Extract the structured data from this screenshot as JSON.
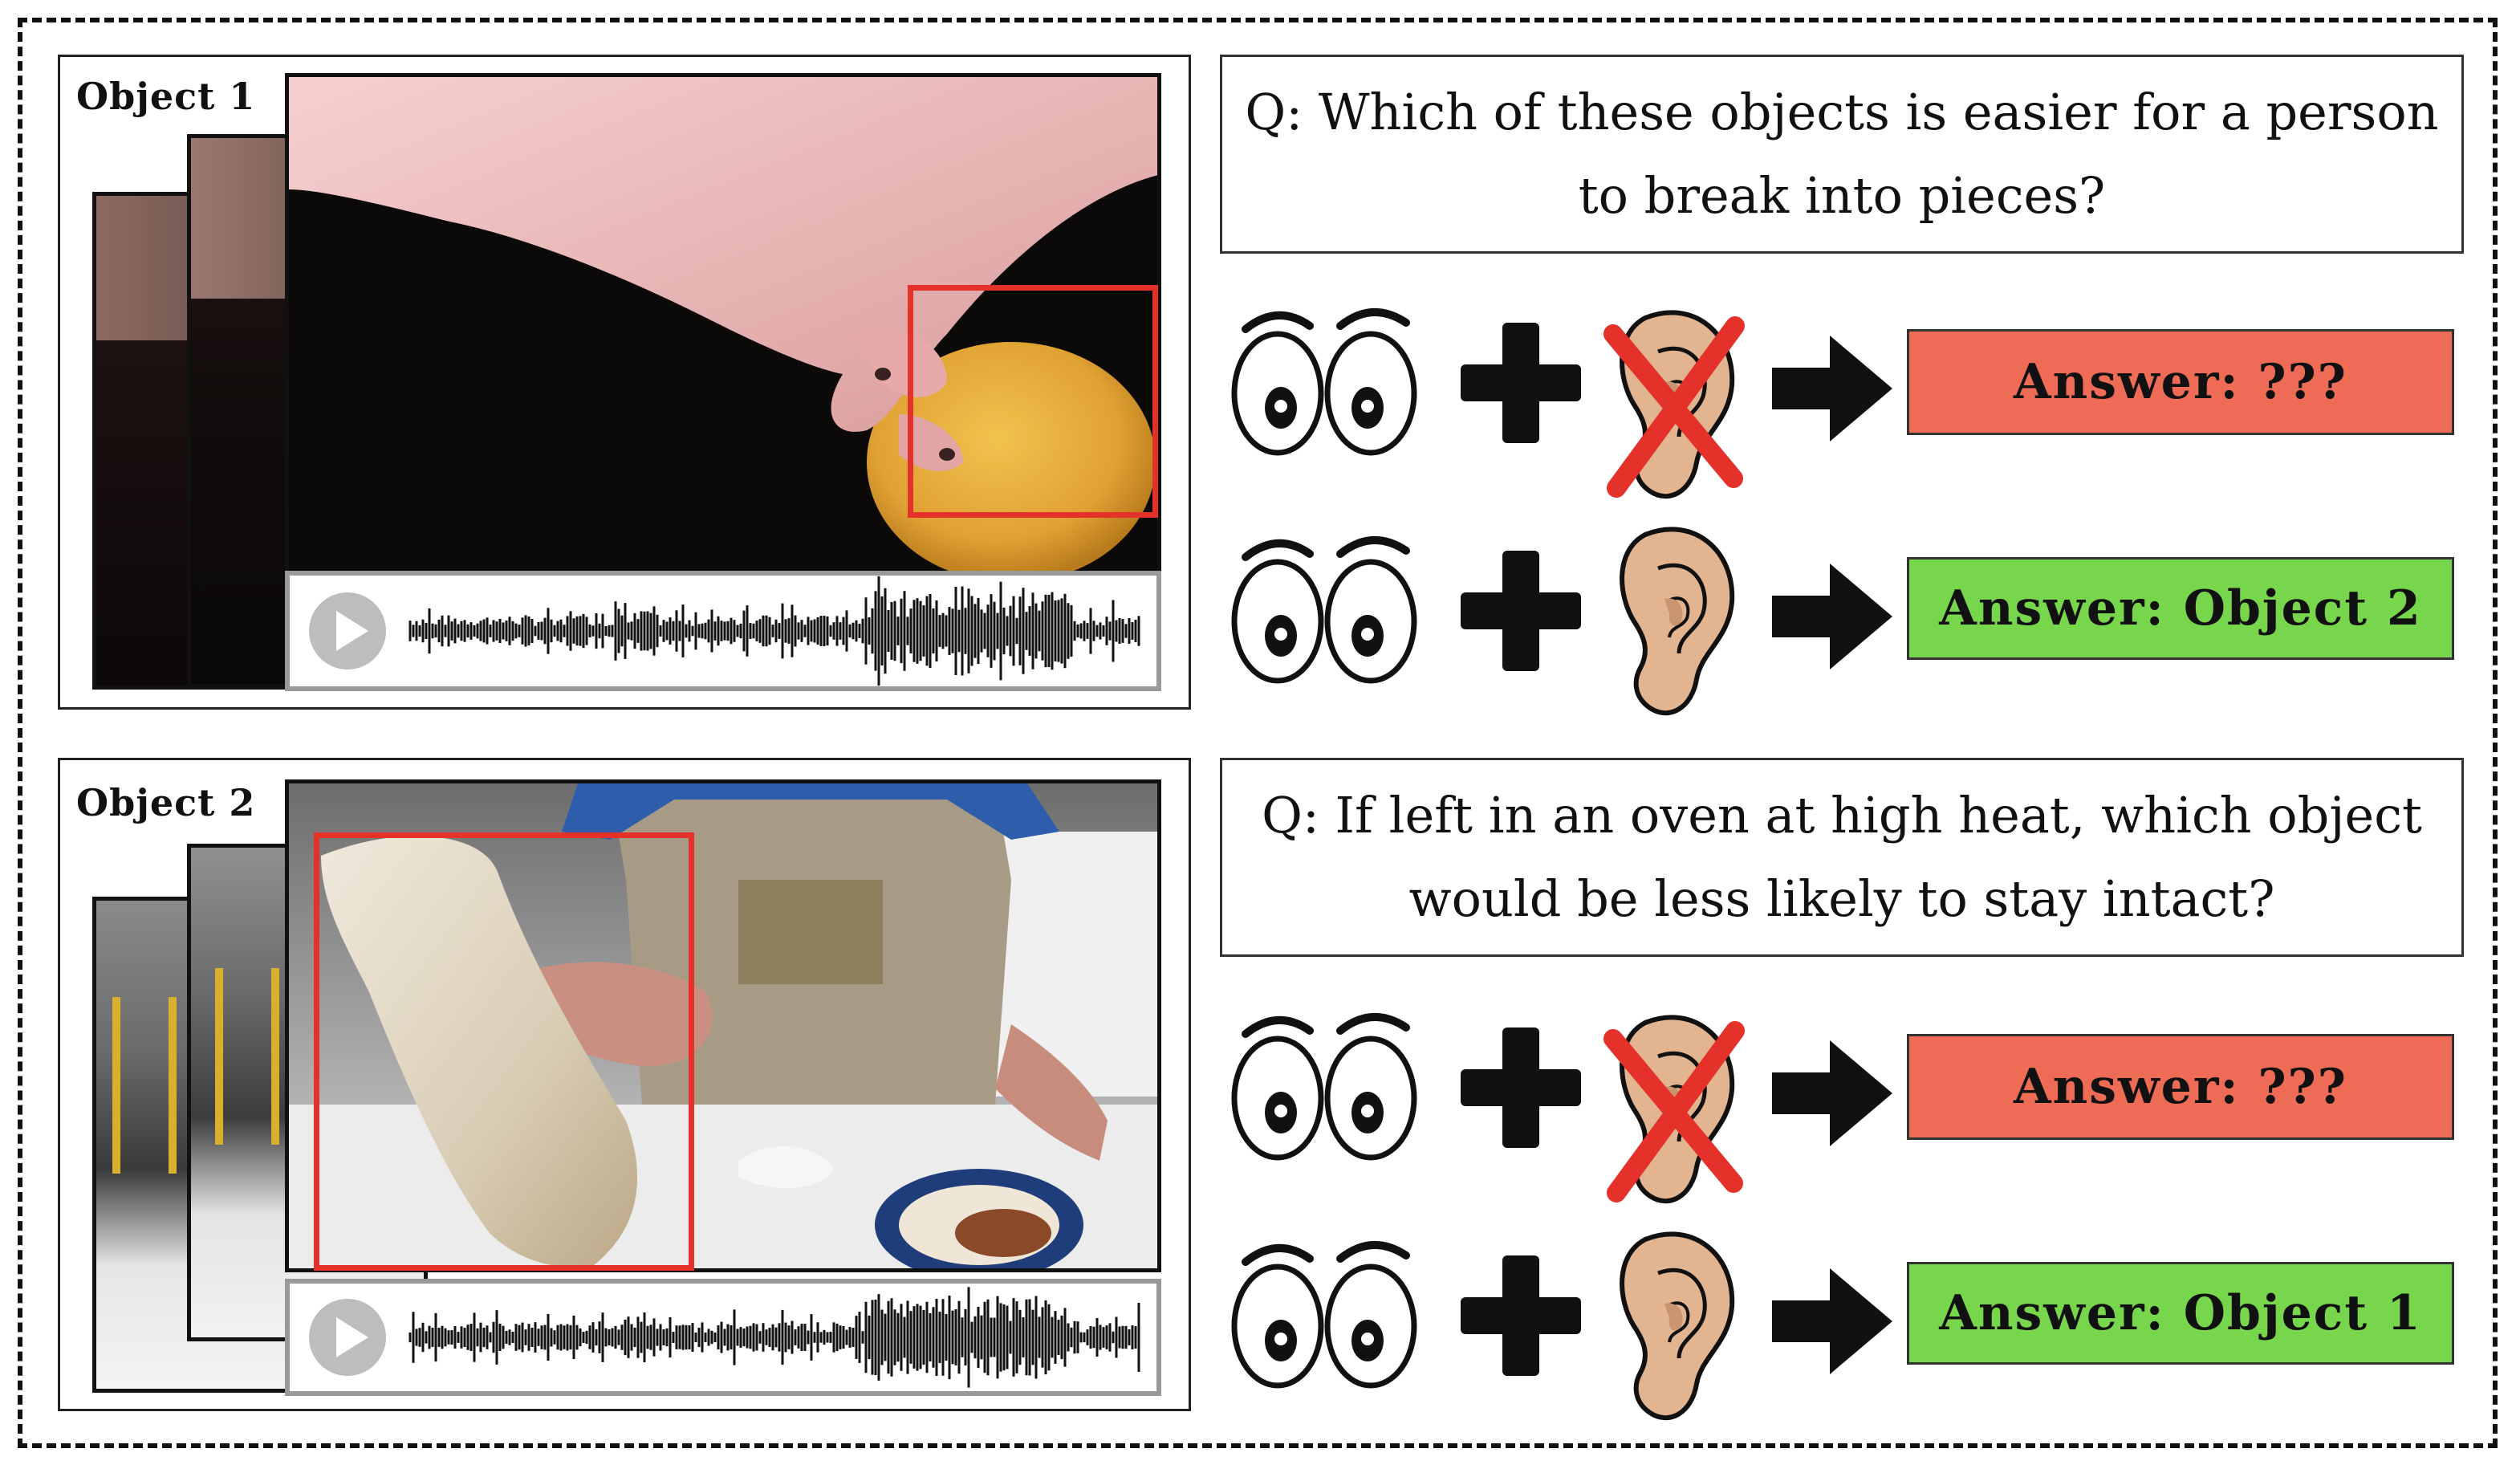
{
  "colors": {
    "bbox_red": "#e4322b",
    "answer_unknown_bg": "#ee6b55",
    "answer_correct_bg": "#77d64c",
    "ear_skin": "#e2b48f",
    "cross_red": "#e4322b"
  },
  "icons": {
    "eyes": "eyes-icon",
    "plus": "plus-icon",
    "ear": "ear-icon",
    "ear_crossed": "ear-crossed-icon",
    "arrow": "arrow-right-icon",
    "play": "play-icon",
    "waveform": "waveform-icon"
  },
  "examples": [
    {
      "object_label": "Object 1",
      "question": {
        "line1": "Q: Which of these objects is easier for a person",
        "line2": "to break into pieces?"
      },
      "without_audio_answer": "Answer: ???",
      "with_audio_answer": "Answer: Object 2"
    },
    {
      "object_label": "Object 2",
      "question": {
        "line1": "Q: If left in an oven at high heat, which object",
        "line2": "would be less likely to stay intact?"
      },
      "without_audio_answer": "Answer: ???",
      "with_audio_answer": "Answer: Object 1"
    }
  ]
}
